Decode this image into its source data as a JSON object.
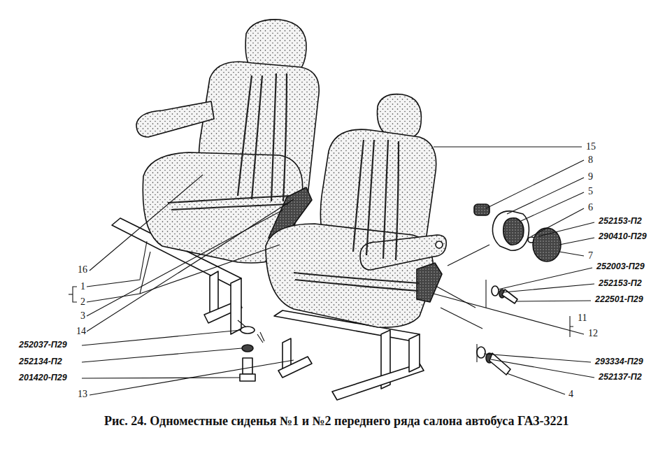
{
  "diagram": {
    "caption": "Рис. 24. Одноместные сиденья №1 и №2 переднего ряда салона автобуса ГАЗ-3221",
    "labels": [
      "15",
      "8",
      "9",
      "5",
      "6",
      "252153-П2",
      "290410-П29",
      "7",
      "252003-П29",
      "252153-П2",
      "222501-П29",
      "11",
      "12",
      "293334-П29",
      "252137-П2",
      "4",
      "16",
      "1",
      "2",
      "3",
      "14",
      "252037-П29",
      "252134-П2",
      "201420-П29",
      "13"
    ]
  }
}
